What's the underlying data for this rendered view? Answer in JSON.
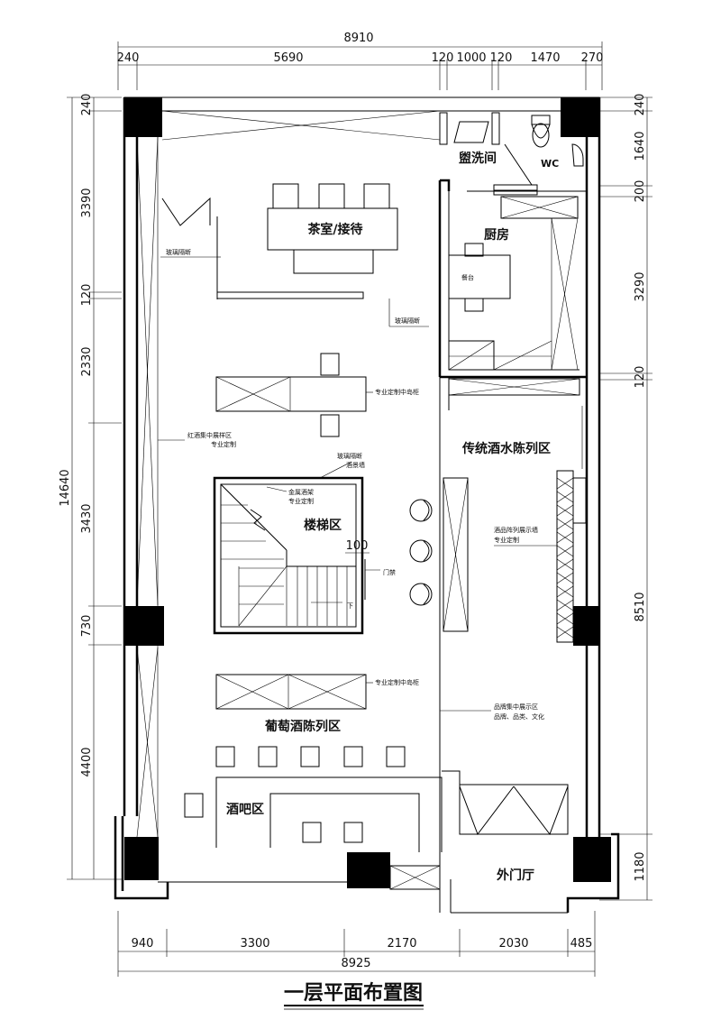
{
  "title": "一层平面布置图",
  "top_dims": {
    "total": "8910",
    "segments": [
      "240",
      "5690",
      "120",
      "1000",
      "120",
      "1470",
      "270"
    ]
  },
  "bottom_dims": {
    "total": "8925",
    "segments": [
      "940",
      "3300",
      "2170",
      "2030",
      "485"
    ]
  },
  "left_dims": {
    "total": "14640",
    "segments": [
      "240",
      "3390",
      "120",
      "2330",
      "3430",
      "730",
      "4400"
    ]
  },
  "right_dims": {
    "segments": [
      "240",
      "1640",
      "200",
      "3290",
      "120",
      "8510",
      "1180"
    ]
  },
  "rooms": {
    "tea": "茶室/接待",
    "washroom": "盥洗间",
    "wc": "WC",
    "kitchen": "厨房",
    "dining": "餐台",
    "traditional": "传统酒水陈列区",
    "stair": "楼梯区",
    "grape": "葡萄酒陈列区",
    "bar": "酒吧区",
    "entrance": "外门厅"
  },
  "notes": {
    "glass1": "玻璃隔断",
    "glass2": "玻璃隔断",
    "island1": "专业定制中岛柜",
    "redwine_1": "红酒集中展样区",
    "redwine_2": "专业定制",
    "glass_scene_1": "玻璃隔断",
    "glass_scene_2": "酒景墙",
    "metal_1": "金属酒架",
    "metal_2": "专业定制",
    "dim100": "100",
    "door_lock": "门禁",
    "down": "下",
    "wine_wall_1": "酒品阵列展示墙",
    "wine_wall_2": "专业定制",
    "island2": "专业定制中岛柜",
    "brand_1": "品牌集中展示区",
    "brand_2": "品牌、品类、文化"
  },
  "colors": {
    "ink": "#000000",
    "paper": "#ffffff"
  }
}
